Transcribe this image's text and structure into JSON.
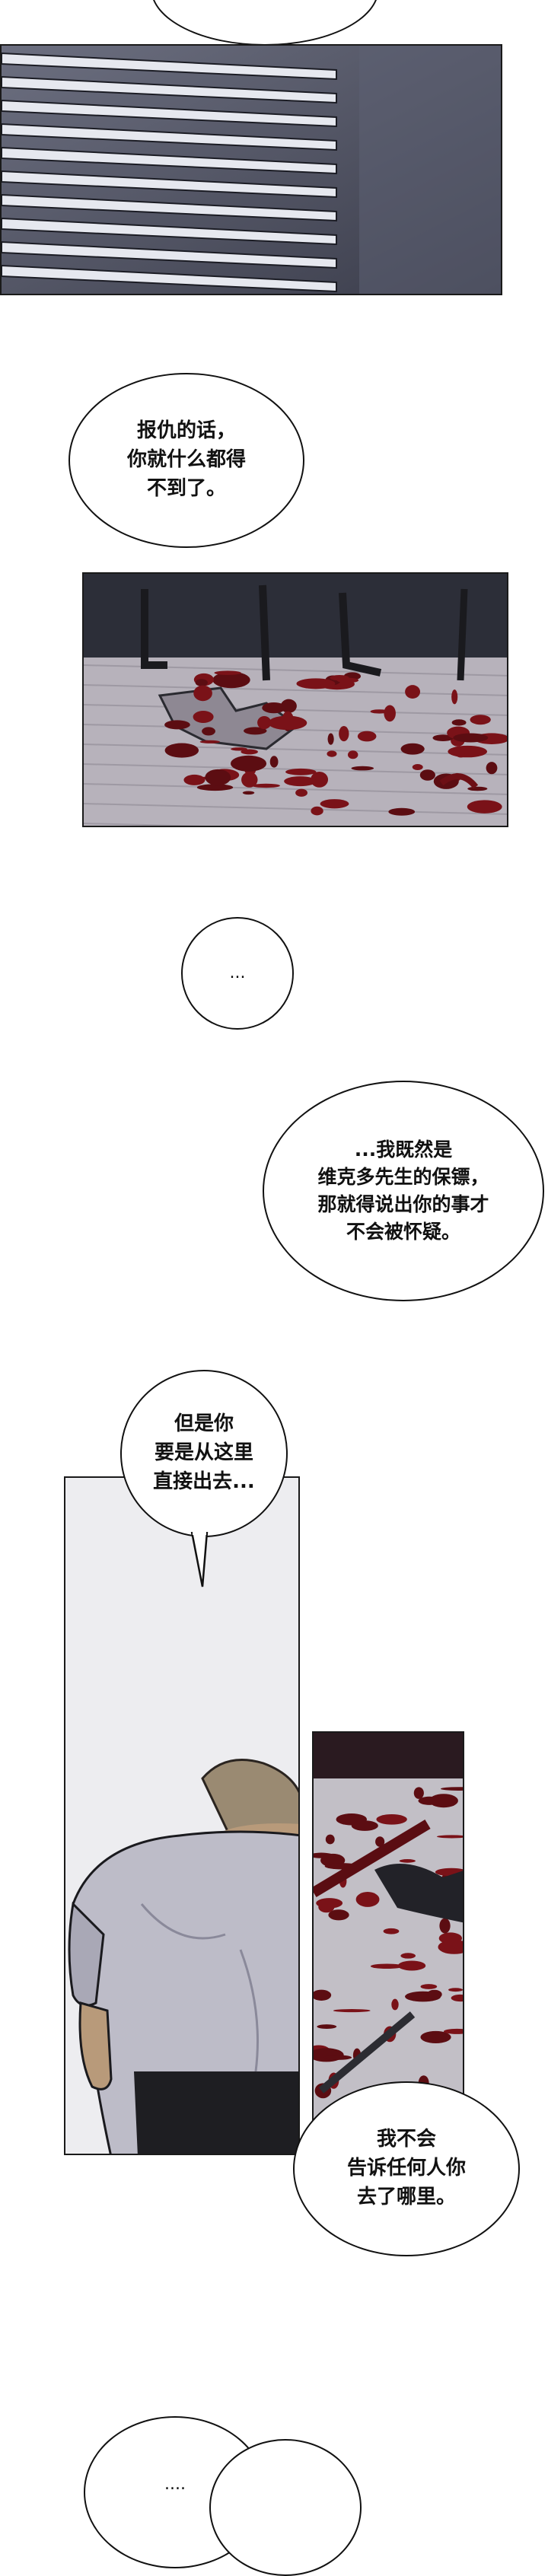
{
  "colors": {
    "blinds_light": "#e8eaf0",
    "blinds_dark": "#3d4050",
    "floor": "#b9b5bd",
    "blood": "#7a1218",
    "shirt": "#bdbcc8",
    "skin": "#b89a7a",
    "pants": "#1e1e22"
  },
  "bubbles": {
    "b1": "报仇的话，\n你就什么都得\n不到了。",
    "b2": "...",
    "b3": "...我既然是\n维克多先生的保镖，\n那就得说出你的事才\n不会被怀疑。",
    "b4": "但是你\n要是从这里\n直接出去...",
    "b5": "我不会\n告诉任何人你\n去了哪里。",
    "b6": "...."
  }
}
